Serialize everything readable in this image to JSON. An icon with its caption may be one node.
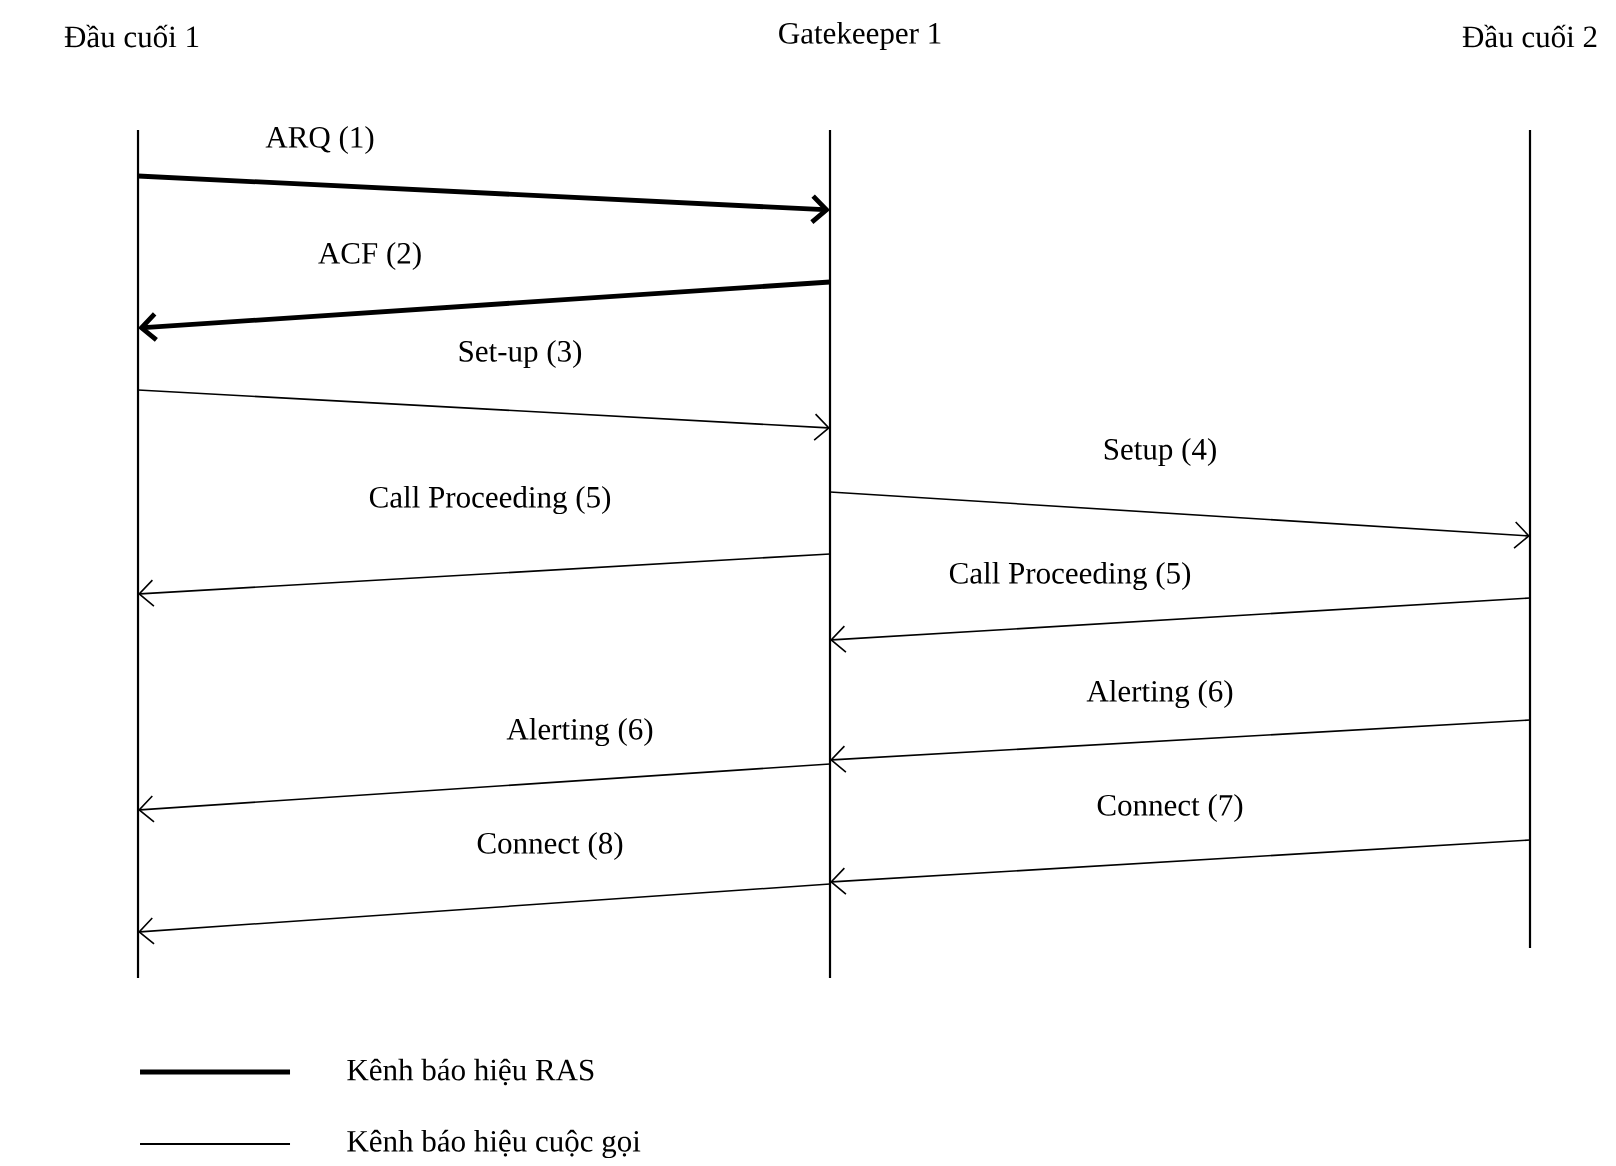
{
  "diagram": {
    "nodes": [
      {
        "text": [
          "Đầu cuối 1"
        ]
      },
      {
        "text": [
          "Gatekeeper 1"
        ]
      },
      {
        "text": [
          "Đầu cuối 2"
        ]
      }
    ],
    "edges": [
      {
        "from": 0,
        "to": 1,
        "arrow": "to",
        "label": "ARQ (1)",
        "style": "thick"
      },
      {
        "from": 1,
        "to": 0,
        "arrow": "to",
        "label": "ACF (2)",
        "style": "thick"
      },
      {
        "from": 0,
        "to": 1,
        "arrow": "to",
        "label": "Set-up (3)"
      },
      {
        "from": 1,
        "to": 2,
        "arrow": "to",
        "label": "Setup (4)"
      },
      {
        "from": 1,
        "to": 0,
        "arrow": "to",
        "label": "Call Proceeding (5)"
      },
      {
        "from": 2,
        "to": 1,
        "arrow": "to",
        "label": "Call Proceeding (5)"
      },
      {
        "from": 2,
        "to": 1,
        "arrow": "to",
        "label": "Alerting (6)"
      },
      {
        "from": 1,
        "to": 0,
        "arrow": "to",
        "label": "Alerting (6)"
      },
      {
        "from": 2,
        "to": 1,
        "arrow": "to",
        "label": "Connect (7)"
      },
      {
        "from": 1,
        "to": 0,
        "arrow": "to",
        "label": "Connect (8)"
      }
    ],
    "legend": [
      {
        "text": "Kênh báo hiệu RAS"
      },
      {
        "text": "Kênh báo hiệu cuộc gọi"
      }
    ]
  }
}
